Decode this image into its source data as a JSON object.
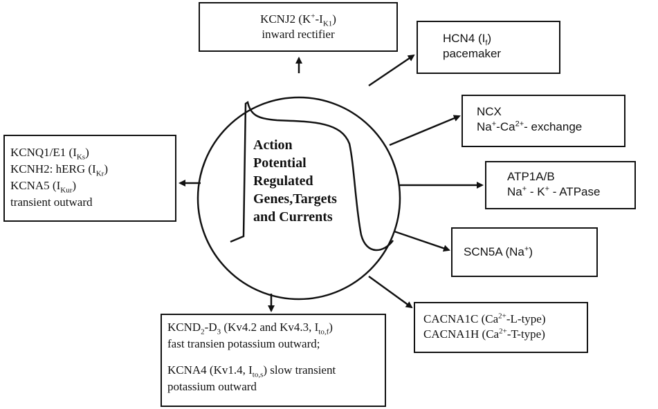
{
  "center": {
    "lines": [
      "Action",
      "Potential",
      "Regulated",
      "Genes,Targets",
      "and Currents"
    ]
  },
  "boxes": {
    "kcnj2": {
      "l1": {
        "a": "KCNJ2 (K",
        "b": "+",
        "c": "-I",
        "d": "K1",
        "e": ")"
      },
      "l2": "inward rectifier"
    },
    "hcn4": {
      "l1": {
        "a": "HCN4 (I",
        "b": "f",
        "c": ")"
      },
      "l2": "pacemaker"
    },
    "ncx": {
      "l1": "NCX",
      "l2": {
        "a": "Na",
        "b": "+",
        "c": "-Ca",
        "d": "2+",
        "e": "- exchange"
      }
    },
    "atp1a": {
      "l1": "ATP1A/B",
      "l2": {
        "a": "Na",
        "b": "+",
        "c": " - K",
        "d": "+",
        "e": " - ATPase"
      }
    },
    "scn5a": {
      "l1": {
        "a": "SCN5A (Na",
        "b": "+",
        "c": ")"
      }
    },
    "cacna": {
      "l1": {
        "a": "CACNA1C (Ca",
        "b": "2+",
        "c": "-L-type)"
      },
      "l2": {
        "a": "CACNA1H (Ca",
        "b": "2+",
        "c": "-T-type)"
      }
    },
    "kcnd": {
      "l1": {
        "a": "KCND",
        "b": "2",
        "c": "-D",
        "d": "3",
        "e": " (Kv4.2 and Kv4.3, I",
        "f": "to,f",
        "g": ")"
      },
      "l2": "fast transien potassium outward;",
      "l3": {
        "a": "KCNA4 (Kv1.4, I",
        "b": "to,s",
        "c": ") slow transient"
      },
      "l4": "potassium outward"
    },
    "kcnq": {
      "l1": {
        "a": "KCNQ1/E1 (I",
        "b": "Ks",
        "c": ")"
      },
      "l2": {
        "a": "KCNH2: hERG (I",
        "b": "Kr",
        "c": ")"
      },
      "l3": {
        "a": "KCNA5 (I",
        "b": "Kur",
        "c": ")"
      },
      "l4": "transient outward"
    }
  },
  "colors": {
    "stroke": "#111111",
    "background": "#ffffff"
  }
}
